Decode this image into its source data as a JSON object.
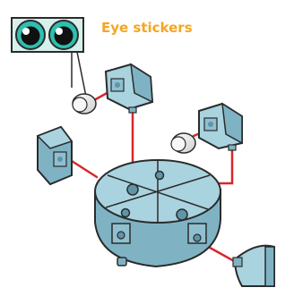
{
  "caption": "Eye stickers",
  "colors": {
    "accent": "#f5a623",
    "guide_line": "#d9262c",
    "block_top": "#a9d3df",
    "block_side": "#7fb3c4",
    "block_dark": "#5f95a8",
    "outline": "#2b2b2b",
    "eye_iris": "#2fbfb0",
    "eye_sticker_bg": "#d6f0ec",
    "peg": "#f2f2f2"
  },
  "parts": [
    {
      "name": "eye-sticker-sheet",
      "icon": "eye-stickers-icon"
    },
    {
      "name": "block-top-left",
      "icon": "angled-block-icon"
    },
    {
      "name": "block-top-right",
      "icon": "angled-block-icon"
    },
    {
      "name": "block-left",
      "icon": "angled-block-icon"
    },
    {
      "name": "block-bottom-right",
      "icon": "angled-block-icon"
    },
    {
      "name": "peg-left",
      "icon": "peg-icon"
    },
    {
      "name": "peg-right",
      "icon": "peg-icon"
    },
    {
      "name": "round-base",
      "icon": "round-base-icon"
    }
  ]
}
